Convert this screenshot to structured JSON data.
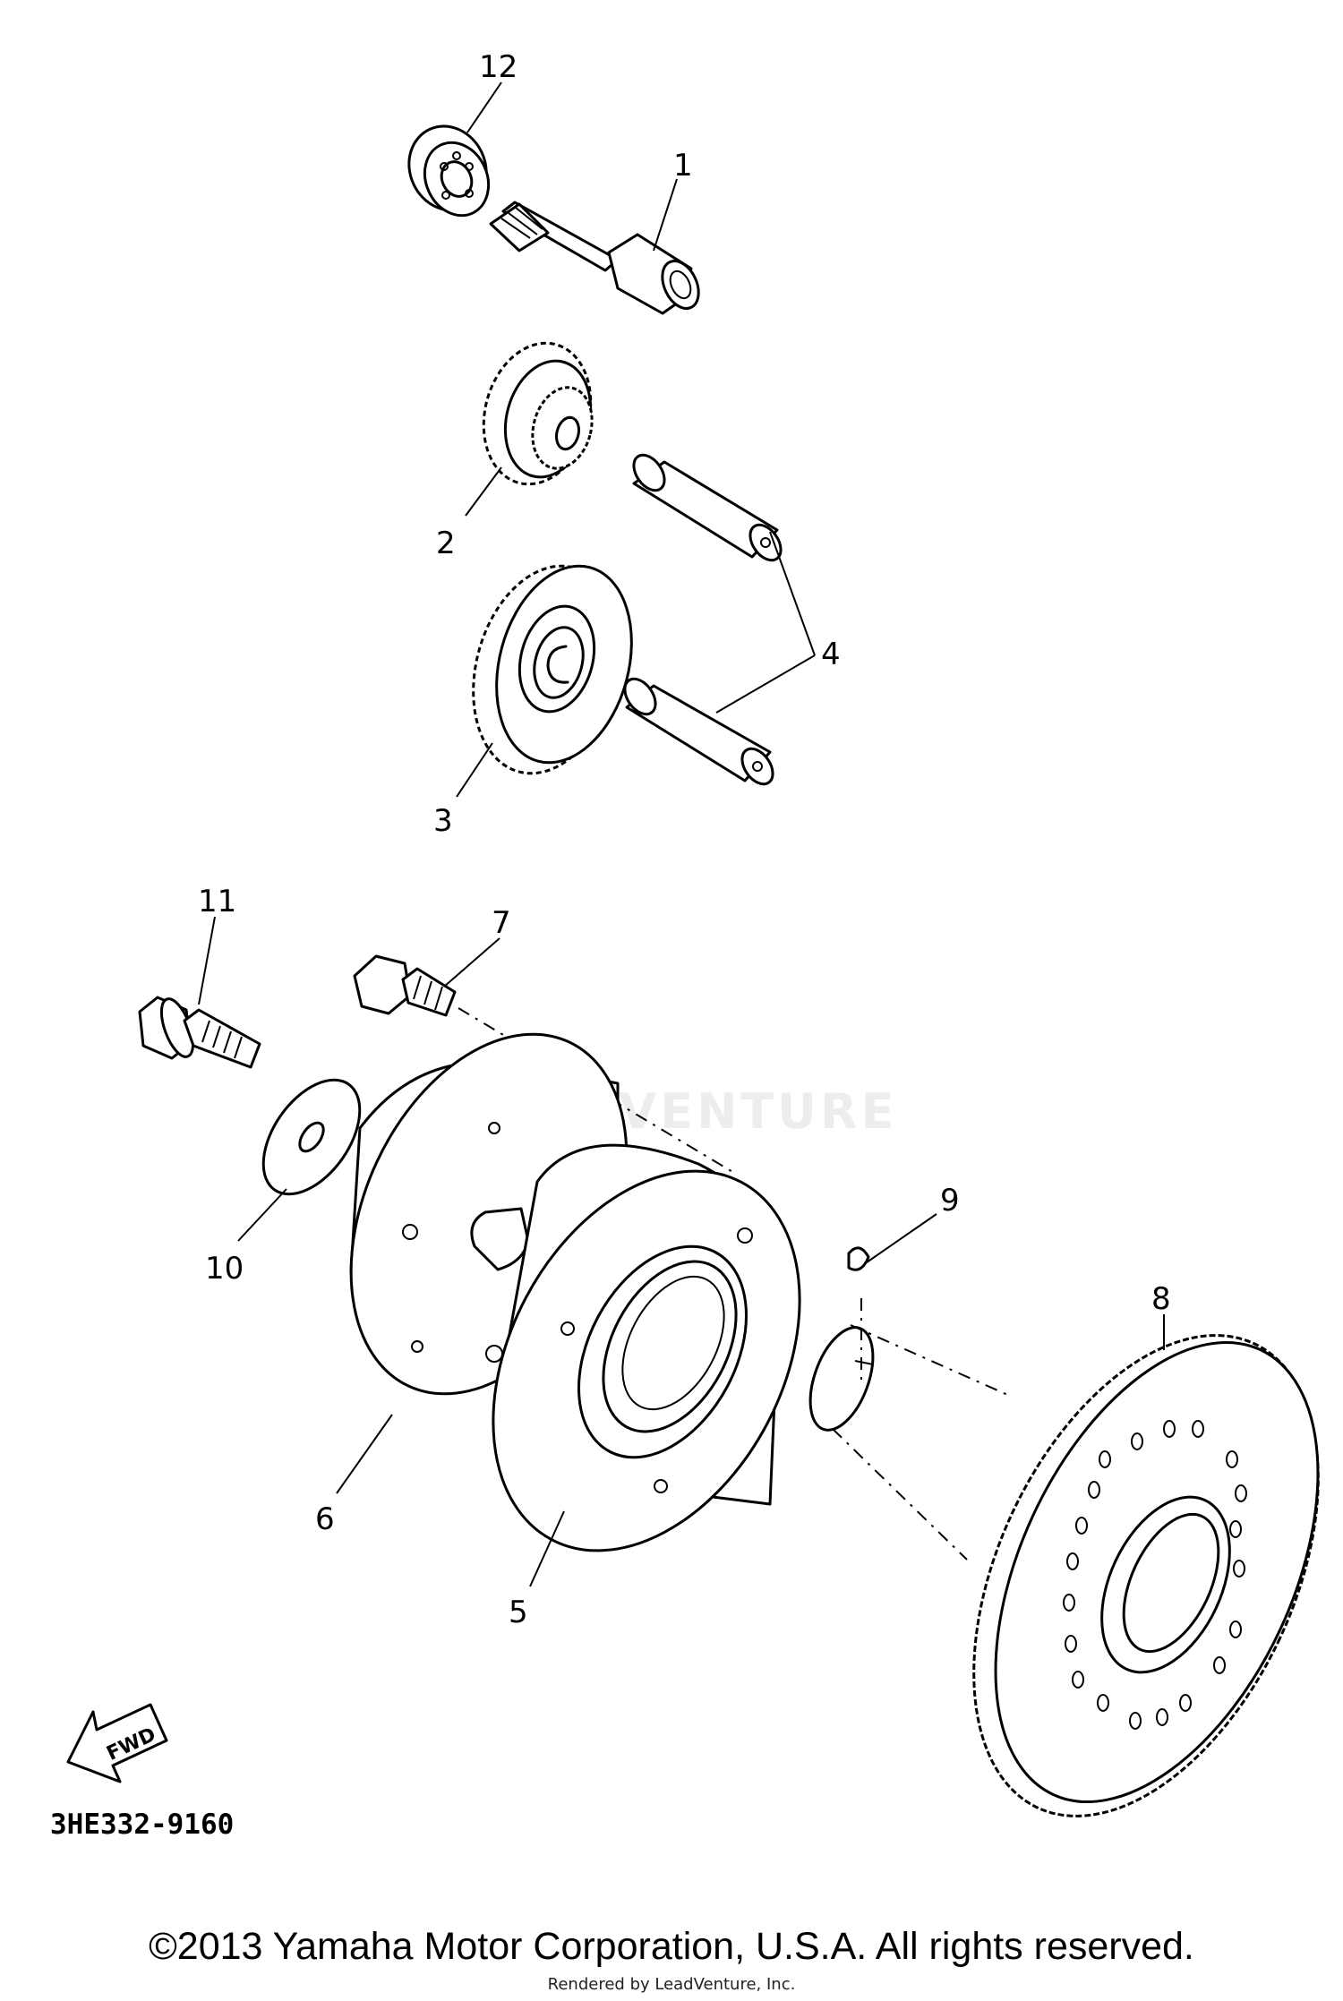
{
  "diagram": {
    "part_code": "3HE332-9160",
    "forward_arrow_label": "FWD",
    "callouts": [
      "12",
      "1",
      "2",
      "4",
      "3",
      "11",
      "7",
      "10",
      "9",
      "8",
      "6",
      "5"
    ],
    "watermark_text": "LEADVENTURE"
  },
  "footer": {
    "copyright": "©2013 Yamaha Motor Corporation, U.S.A. All rights reserved.",
    "rendered_by": "Rendered by LeadVenture, Inc."
  }
}
